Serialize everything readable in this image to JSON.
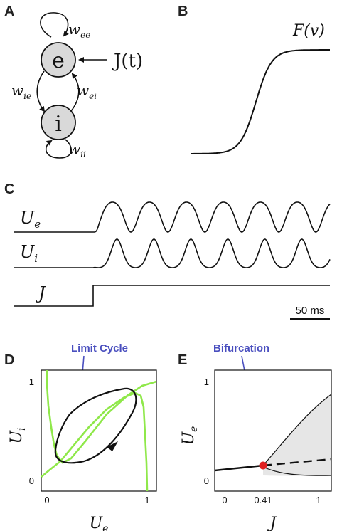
{
  "panels": {
    "a": "A",
    "b": "B",
    "c": "C",
    "d": "D",
    "e": "E"
  },
  "network": {
    "node_e": "e",
    "node_i": "i",
    "input": "J(t)",
    "w_ee": "w",
    "w_ee_sub": "ee",
    "w_ie": "w",
    "w_ie_sub": "ie",
    "w_ei": "w",
    "w_ei_sub": "ei",
    "w_ii": "w",
    "w_ii_sub": "ii",
    "node_fill": "#d9d9d9"
  },
  "transfer": {
    "label": "F(v)"
  },
  "traces": {
    "ue": "U",
    "ue_sub": "e",
    "ui": "U",
    "ui_sub": "i",
    "j": "J",
    "scale_bar": "50 ms"
  },
  "phase": {
    "annotation": "Limit Cycle",
    "y_label": "U",
    "y_sub": "i",
    "x_label": "U",
    "x_sub": "e",
    "x_ticks": [
      "0",
      "1"
    ],
    "y_ticks": [
      "0",
      "1"
    ],
    "nullcline_color": "#8fe84a",
    "annotation_color": "#4a4fbf"
  },
  "bifurcation": {
    "annotation": "Bifurcation",
    "y_label": "U",
    "y_sub": "e",
    "x_label": "J",
    "x_ticks": [
      "0",
      "0.41",
      "1"
    ],
    "y_ticks": [
      "0",
      "1"
    ],
    "point_color": "#e02020",
    "shade_color": "#e6e6e6"
  }
}
